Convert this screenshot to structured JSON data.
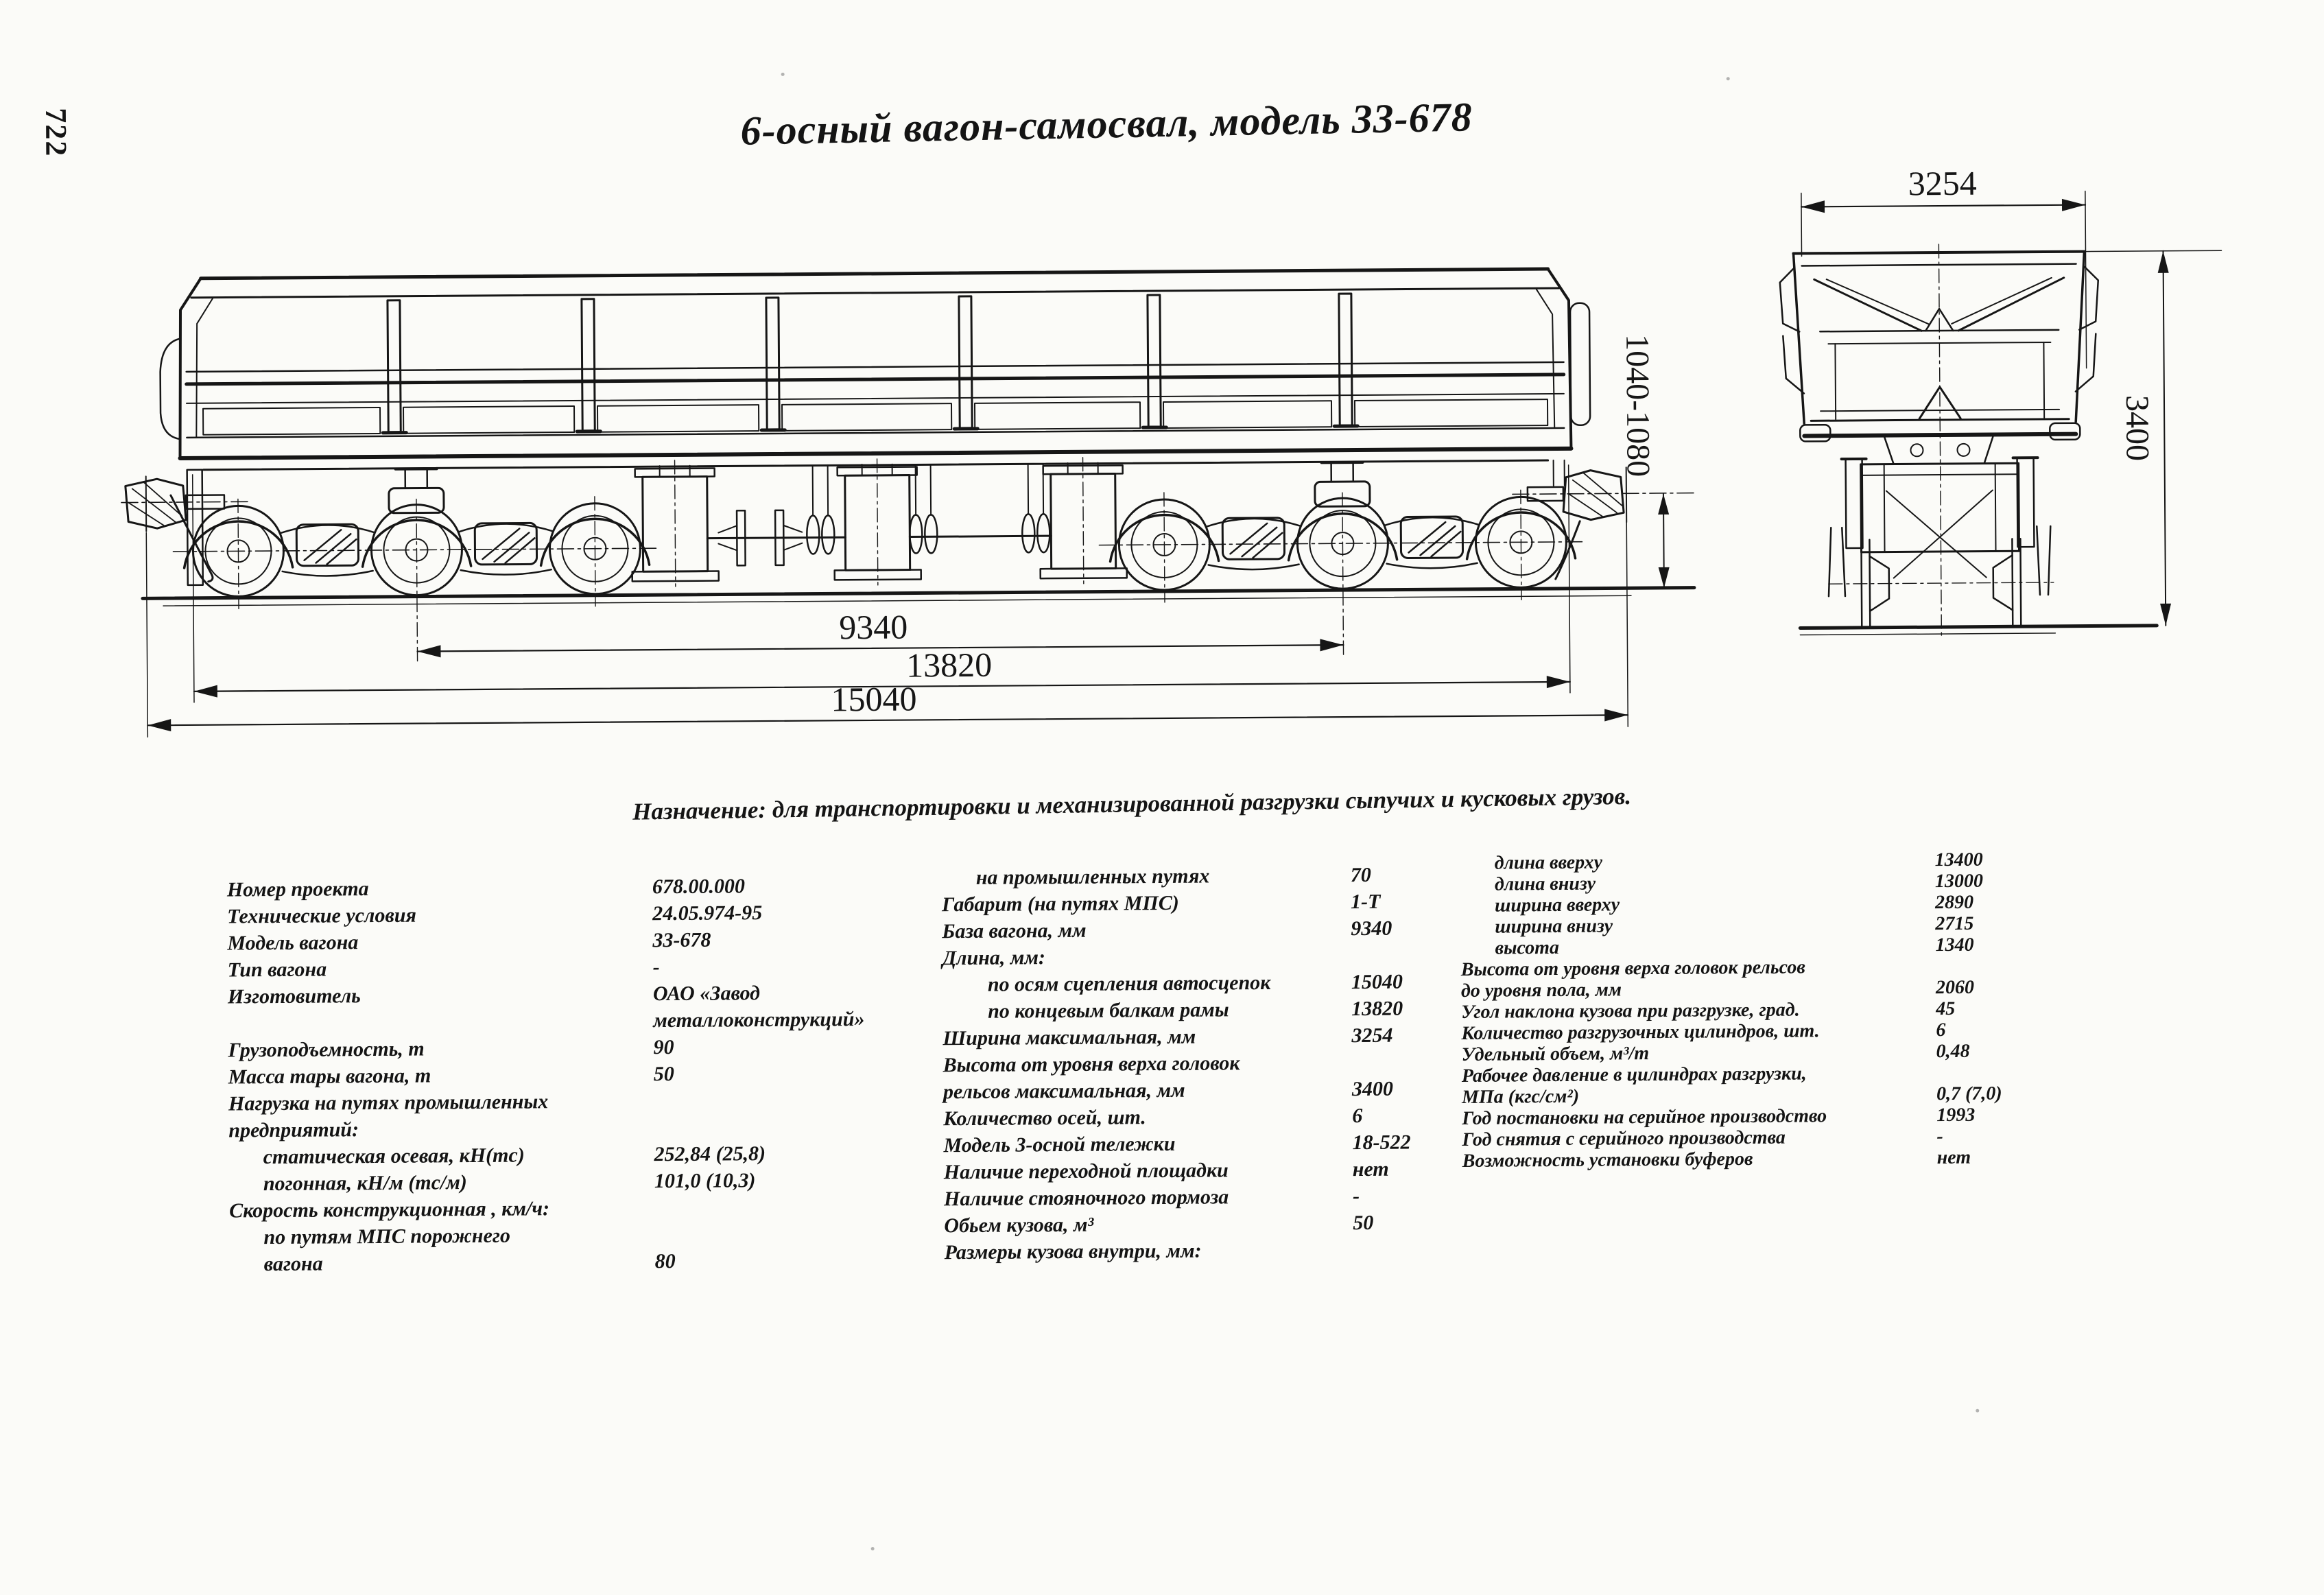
{
  "page": {
    "number": "722"
  },
  "title": "6-осный вагон-самосвал, модель 33-678",
  "purpose": "Назначение: для транспортировки и механизированной разгрузки сыпучих и кусковых грузов.",
  "drawing": {
    "side_view": {
      "dims": {
        "bogie_base": "9340",
        "frame_length": "13820",
        "coupler_length": "15040",
        "coupler_height": "1040-1080"
      }
    },
    "end_view": {
      "dims": {
        "width": "3254",
        "height": "3400"
      }
    }
  },
  "specs": {
    "col1": {
      "rows": [
        {
          "label": "Номер проекта",
          "value": "678.00.000",
          "ind": 0
        },
        {
          "label": "Технические условия",
          "value": "24.05.974-95",
          "ind": 0
        },
        {
          "label": "Модель вагона",
          "value": "33-678",
          "ind": 0
        },
        {
          "label": "Тип вагона",
          "value": "-",
          "ind": 0
        },
        {
          "label": "Изготовитель",
          "value": "ОАО «Завод",
          "ind": 0
        },
        {
          "label": "",
          "value": "металлоконструкций»",
          "ind": 0
        },
        {
          "label": "Грузоподъемность, т",
          "value": "90",
          "ind": 0
        },
        {
          "label": "Масса тары вагона, т",
          "value": "50",
          "ind": 0
        },
        {
          "label": "Нагрузка на путях промышленных",
          "value": "",
          "ind": 0
        },
        {
          "label": "предприятий:",
          "value": "",
          "ind": 0
        },
        {
          "label": "статическая осевая, кН(тс)",
          "value": "252,84 (25,8)",
          "ind": 1
        },
        {
          "label": "погонная, кН/м (тс/м)",
          "value": "101,0 (10,3)",
          "ind": 1
        },
        {
          "label": "Скорость конструкционная , км/ч:",
          "value": "",
          "ind": 0
        },
        {
          "label": "по путям МПС порожнего",
          "value": "",
          "ind": 1
        },
        {
          "label": "вагона",
          "value": "80",
          "ind": 1
        }
      ]
    },
    "col2": {
      "rows": [
        {
          "label": "на промышленных путях",
          "value": "70",
          "ind": 1
        },
        {
          "label": "Габарит (на путях МПС)",
          "value": "1-Т",
          "ind": 0
        },
        {
          "label": "База вагона, мм",
          "value": "9340",
          "ind": 0
        },
        {
          "label": "Длина, мм:",
          "value": "",
          "ind": 0
        },
        {
          "label": "по осям сцепления автосцепок",
          "value": "15040",
          "ind": 2
        },
        {
          "label": "по концевым балкам рамы",
          "value": "13820",
          "ind": 2
        },
        {
          "label": "Ширина максимальная, мм",
          "value": "3254",
          "ind": 0
        },
        {
          "label": "Высота от уровня верха головок",
          "value": "",
          "ind": 0
        },
        {
          "label": "рельсов максимальная, мм",
          "value": "3400",
          "ind": 0
        },
        {
          "label": "Количество осей, шт.",
          "value": "6",
          "ind": 0
        },
        {
          "label": "Модель 3-осной тележки",
          "value": "18-522",
          "ind": 0
        },
        {
          "label": "Наличие переходной площадки",
          "value": "нет",
          "ind": 0
        },
        {
          "label": "Наличие стояночного тормоза",
          "value": "-",
          "ind": 0
        },
        {
          "label": "Обьем кузова, м³",
          "value": "50",
          "ind": 0
        },
        {
          "label": "Размеры кузова внутри, мм:",
          "value": "",
          "ind": 0
        }
      ]
    },
    "col3": {
      "rows": [
        {
          "label": "длина вверху",
          "value": "13400",
          "ind": 1
        },
        {
          "label": "длина внизу",
          "value": "13000",
          "ind": 1
        },
        {
          "label": "ширина вверху",
          "value": "2890",
          "ind": 1
        },
        {
          "label": "ширина внизу",
          "value": "2715",
          "ind": 1
        },
        {
          "label": "высота",
          "value": "1340",
          "ind": 1
        },
        {
          "label": "Высота от уровня верха головок рельсов",
          "value": "",
          "ind": 0
        },
        {
          "label": "до уровня пола, мм",
          "value": "2060",
          "ind": 0
        },
        {
          "label": "Угол наклона кузова при разгрузке, град.",
          "value": "45",
          "ind": 0
        },
        {
          "label": "Количество разгрузочных цилиндров, шт.",
          "value": "6",
          "ind": 0
        },
        {
          "label": "Удельный объем, м³/т",
          "value": "0,48",
          "ind": 0
        },
        {
          "label": "Рабочее давление в цилиндрах разгрузки,",
          "value": "",
          "ind": 0
        },
        {
          "label": "МПа (кгс/см²)",
          "value": "0,7 (7,0)",
          "ind": 0
        },
        {
          "label": "Год постановки на серийное производство",
          "value": "1993",
          "ind": 0
        },
        {
          "label": "Год снятия с серийного производства",
          "value": "-",
          "ind": 0
        },
        {
          "label": "Возможность установки буферов",
          "value": "нет",
          "ind": 0
        }
      ]
    }
  }
}
